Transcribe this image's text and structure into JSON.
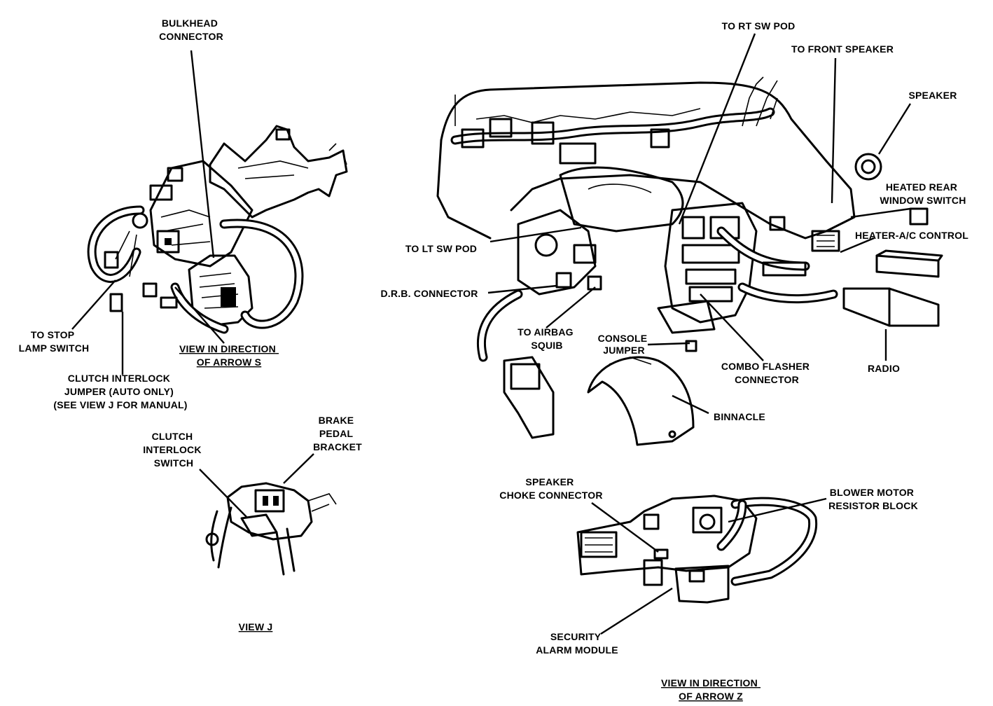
{
  "colors": {
    "ink": "#000000",
    "paper": "#ffffff"
  },
  "labels": {
    "bulkhead_connector": [
      "BULKHEAD",
      "CONNECTOR"
    ],
    "to_stop_lamp_switch": [
      "TO STOP",
      "LAMP SWITCH"
    ],
    "view_arrow_s": [
      "VIEW IN DIRECTION",
      "OF ARROW S"
    ],
    "clutch_interlock_jumper": [
      "CLUTCH INTERLOCK",
      "JUMPER (AUTO ONLY)",
      "(SEE VIEW J FOR MANUAL)"
    ],
    "clutch_interlock_switch": [
      "CLUTCH",
      "INTERLOCK",
      "SWITCH"
    ],
    "brake_pedal_bracket": [
      "BRAKE",
      "PEDAL",
      "BRACKET"
    ],
    "view_j": [
      "VIEW J"
    ],
    "to_rt_sw_pod": [
      "TO RT SW POD"
    ],
    "to_front_speaker": [
      "TO FRONT SPEAKER"
    ],
    "speaker": [
      "SPEAKER"
    ],
    "heated_rear_window_switch": [
      "HEATED REAR",
      "WINDOW SWITCH"
    ],
    "heater_ac_control": [
      "HEATER-A/C CONTROL"
    ],
    "to_lt_sw_pod": [
      "TO LT SW POD"
    ],
    "drb_connector": [
      "D.R.B. CONNECTOR"
    ],
    "to_airbag_squib": [
      "TO AIRBAG",
      "SQUIB"
    ],
    "console_jumper": [
      "CONSOLE",
      "JUMPER"
    ],
    "combo_flasher_connector": [
      "COMBO FLASHER",
      "CONNECTOR"
    ],
    "radio": [
      "RADIO"
    ],
    "binnacle": [
      "BINNACLE"
    ],
    "speaker_choke_connector": [
      "SPEAKER",
      "CHOKE CONNECTOR"
    ],
    "blower_motor_resistor_block": [
      "BLOWER MOTOR",
      "RESISTOR BLOCK"
    ],
    "security_alarm_module": [
      "SECURITY",
      "ALARM MODULE"
    ],
    "view_arrow_z": [
      "VIEW IN DIRECTION",
      "OF ARROW Z"
    ]
  }
}
